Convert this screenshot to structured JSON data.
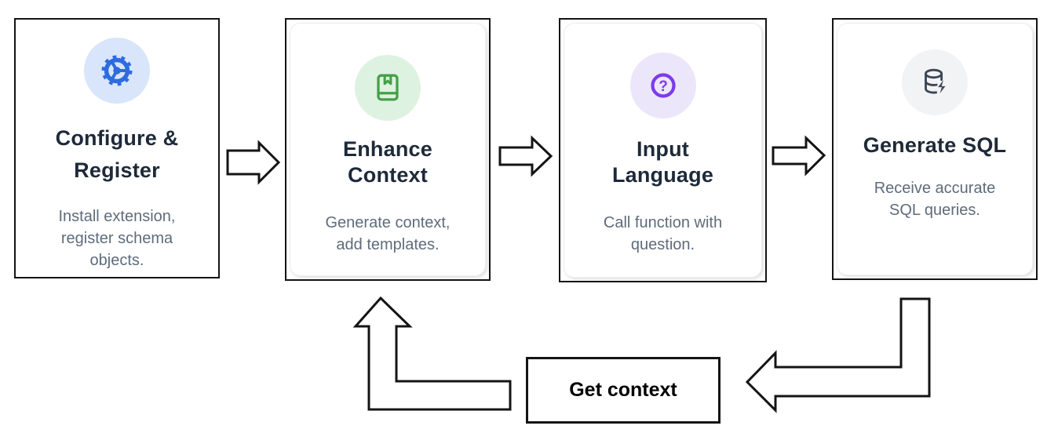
{
  "diagram": {
    "background_color": "#ffffff",
    "outline_color": "#141414",
    "title_color": "#1e2939",
    "description_color": "#5f6b7b",
    "cards": [
      {
        "title": "Configure &\nRegister",
        "description": "Install extension,\nregister schema\nobjects.",
        "icon": "gear-icon",
        "icon_color": "#2e6be0",
        "icon_bg_color": "#d8e5fa"
      },
      {
        "title": "Enhance\nContext",
        "description": "Generate context,\nadd templates.",
        "icon": "book-icon",
        "icon_color": "#43a047",
        "icon_bg_color": "#def2e1"
      },
      {
        "title": "Input\nLanguage",
        "description": "Call function with\nquestion.",
        "icon": "question-circle-icon",
        "icon_color": "#7c3aed",
        "icon_bg_color": "#ece6fa"
      },
      {
        "title": "Generate SQL",
        "description": "Receive accurate\nSQL queries.",
        "icon": "database-lightning-icon",
        "icon_color": "#3d4757",
        "icon_bg_color": "#f1f3f5"
      }
    ],
    "loop_label": "Get context",
    "arrows": [
      {
        "name": "arrow-configure-to-enhance",
        "direction": "right"
      },
      {
        "name": "arrow-enhance-to-input",
        "direction": "right"
      },
      {
        "name": "arrow-input-to-generate",
        "direction": "right"
      },
      {
        "name": "arrow-generate-down-to-get-context",
        "direction": "down-then-left"
      },
      {
        "name": "arrow-get-context-up-to-enhance",
        "direction": "left-then-up"
      }
    ]
  }
}
